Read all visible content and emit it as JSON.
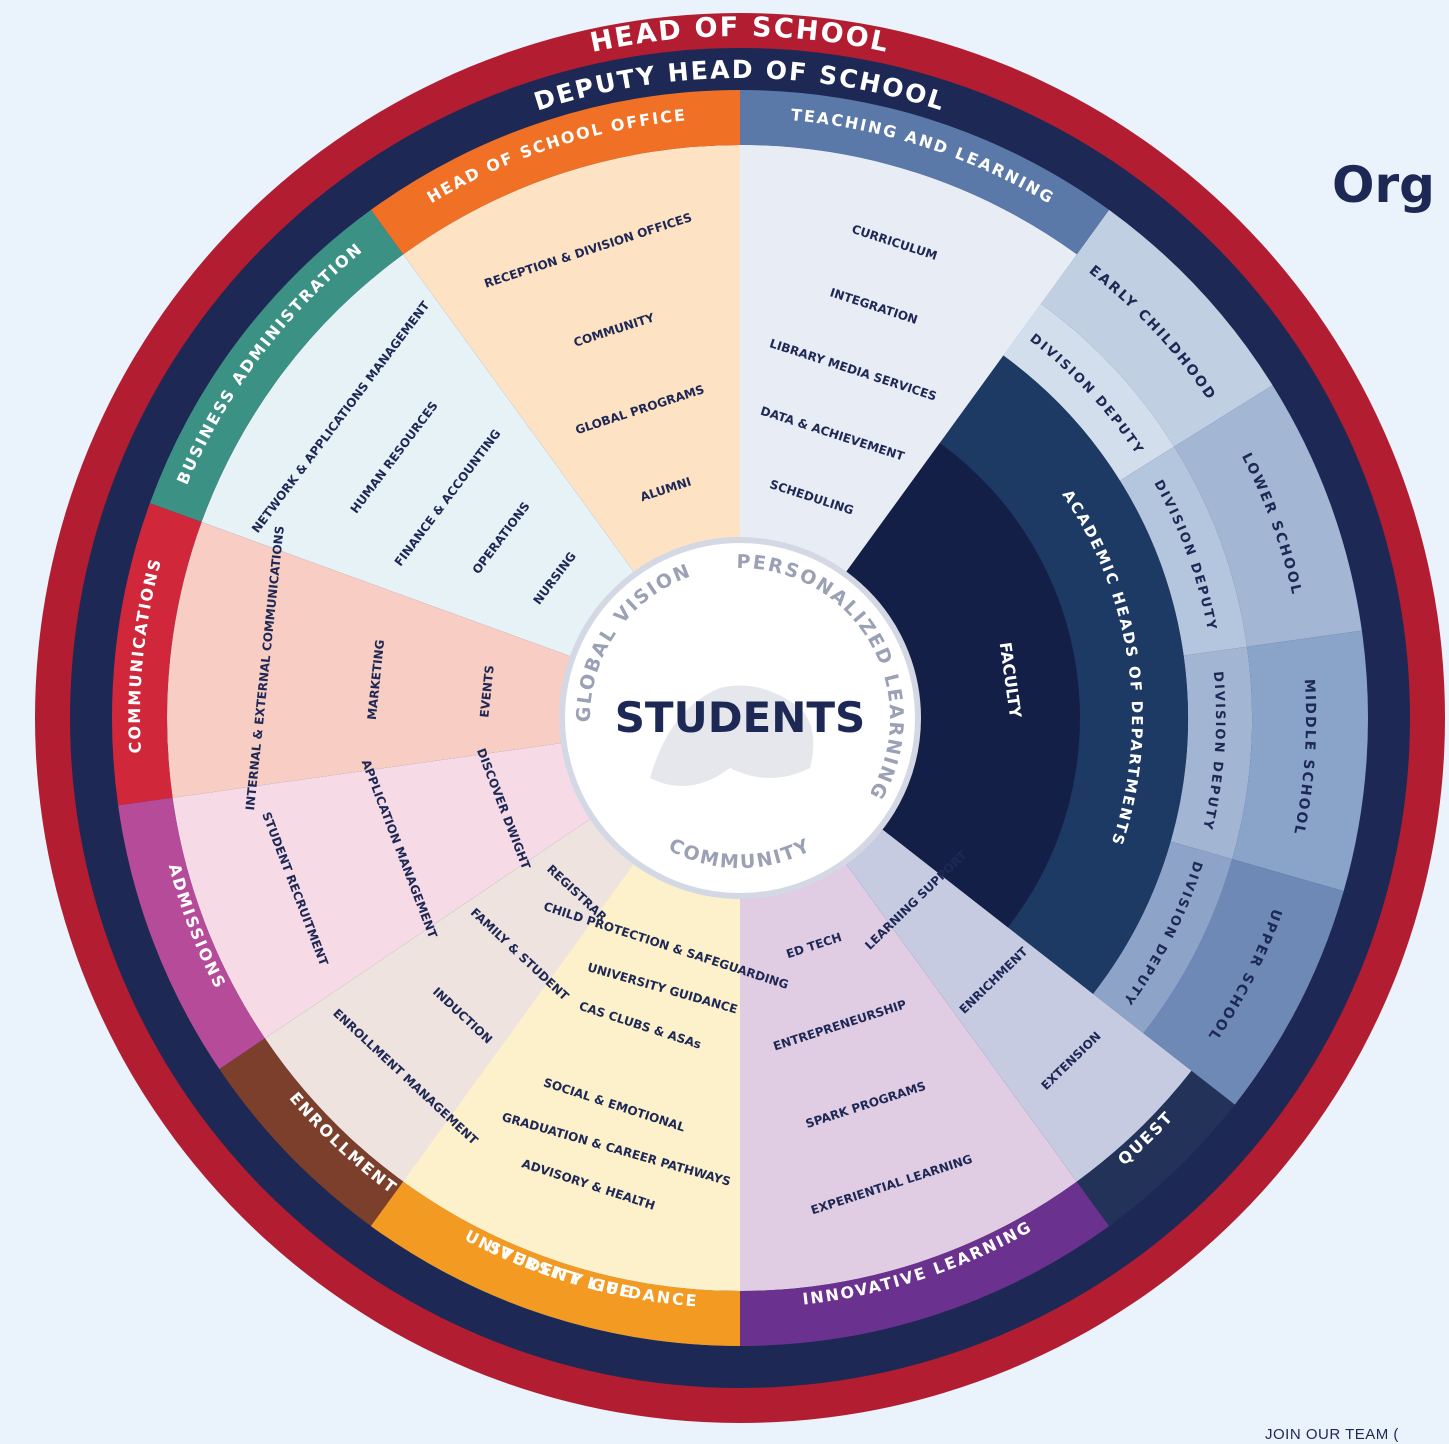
{
  "page": {
    "heading": "Org",
    "footer": "JOIN OUR TEAM ("
  },
  "colors": {
    "background": "#eaf3fb",
    "outer_ring": "#b21d32",
    "deputy_ring": "#1d2855",
    "center_title": "#1d2855"
  },
  "center": {
    "title": "STUDENTS",
    "motto_left": "GLOBAL VISION",
    "motto_right": "PERSONALIZED LEARNING",
    "motto_bottom": "COMMUNITY",
    "emblem": "lion-crest"
  },
  "rings": {
    "head": "HEAD OF SCHOOL",
    "deputy": "DEPUTY HEAD OF SCHOOL"
  },
  "departments": [
    {
      "name": "HEAD OF SCHOOL OFFICE",
      "color": "#f07125",
      "fill": "#fde2c4",
      "items": [
        "RECEPTION & DIVISION OFFICES",
        "COMMUNITY",
        "GLOBAL PROGRAMS",
        "ALUMNI"
      ]
    },
    {
      "name": "BUSINESS ADMINISTRATION",
      "color": "#3c9185",
      "fill": "#e7f2f7",
      "items": [
        "NETWORK & APPLICATIONS MANAGEMENT",
        "HUMAN RESOURCES",
        "FINANCE & ACCOUNTING",
        "OPERATIONS",
        "NURSING"
      ]
    },
    {
      "name": "COMMUNICATIONS",
      "color": "#d0273b",
      "fill": "#f8cdc3",
      "items": [
        "INTERNAL & EXTERNAL COMMUNICATIONS",
        "MARKETING",
        "EVENTS"
      ]
    },
    {
      "name": "ADMISSIONS",
      "color": "#b54b99",
      "fill": "#f6dbe7",
      "items": [
        "STUDENT RECRUITMENT",
        "APPLICATION MANAGEMENT",
        "DISCOVER DWIGHT"
      ]
    },
    {
      "name": "ENROLLMENT",
      "color": "#7b3f2c",
      "fill": "#efe3df",
      "items": [
        "ENROLLMENT MANAGEMENT",
        "INDUCTION",
        "FAMILY & STUDENT",
        "REGISTRAR"
      ]
    },
    {
      "name": "UNIVERSITY GUIDANCE",
      "color": "#2a9fd9",
      "fill": "#dcedf8",
      "items": [
        "GRADUATION & CAREER PATHWAYS",
        "UNIVERSITY GUIDANCE"
      ]
    },
    {
      "name": "STUDENT LIFE",
      "color": "#f29a22",
      "fill": "#fdf1cc",
      "items": [
        "ADVISORY & HEALTH",
        "SOCIAL & EMOTIONAL",
        "CAS CLUBS & ASAs",
        "CHILD PROTECTION & SAFEGUARDING"
      ]
    },
    {
      "name": "INNOVATIVE LEARNING",
      "color": "#6b318e",
      "fill": "#e0cce3",
      "items": [
        "EXPERIENTIAL LEARNING",
        "SPARK PROGRAMS",
        "ENTREPRENEURSHIP",
        "ED TECH"
      ]
    },
    {
      "name": "QUEST",
      "color": "#223259",
      "fill": "#c6cbe1",
      "items": [
        "EXTENSION",
        "ENRICHMENT",
        "LEARNING SUPPORT"
      ]
    },
    {
      "name": "TEACHING AND LEARNING",
      "color": "#5a79a8",
      "fill": "#e8ecf5",
      "items": [
        "CURRICULUM",
        "INTEGRATION",
        "LIBRARY MEDIA SERVICES",
        "DATA & ACHIEVEMENT",
        "SCHEDULING"
      ]
    }
  ],
  "divisions": [
    {
      "name": "EARLY CHILDHOOD",
      "deputy": "DIVISION DEPUTY",
      "color": "#c0cfe2",
      "deputy_color": "#d3deec"
    },
    {
      "name": "LOWER SCHOOL",
      "deputy": "DIVISION DEPUTY",
      "color": "#a3b7d4",
      "deputy_color": "#b4c5de"
    },
    {
      "name": "MIDDLE SCHOOL",
      "deputy": "DIVISION DEPUTY",
      "color": "#8aa3c9",
      "deputy_color": "#a2b5d3"
    },
    {
      "name": "UPPER SCHOOL",
      "deputy": "DIVISION DEPUTY",
      "color": "#6e89b6",
      "deputy_color": "#8ea3c8"
    }
  ],
  "academic": {
    "heads": "ACADEMIC HEADS OF DEPARTMENTS",
    "faculty": "FACULTY",
    "heads_color": "#1d3a65",
    "faculty_color": "#141f47"
  }
}
